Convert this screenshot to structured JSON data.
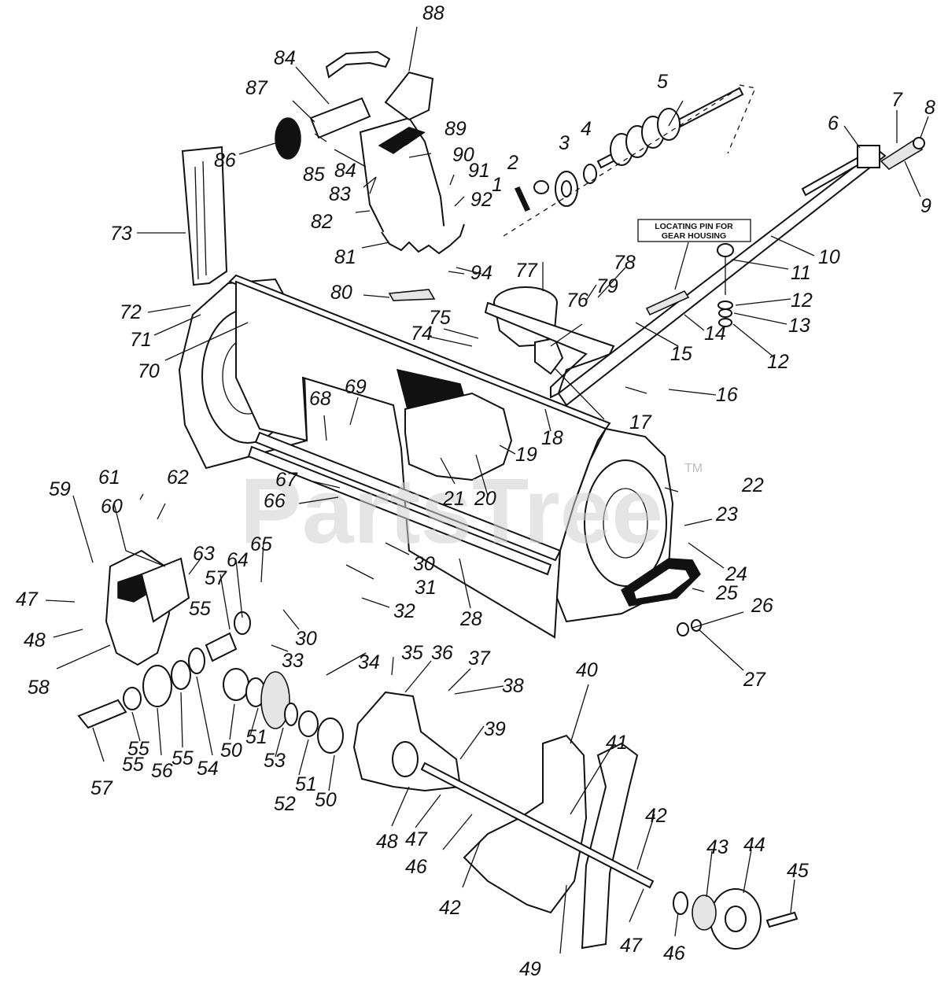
{
  "diagram": {
    "watermark": "PartsTree",
    "trademark": "TM",
    "note": {
      "line1": "LOCATING PIN FOR",
      "line2": "GEAR HOUSING"
    },
    "callouts": [
      {
        "id": "c1",
        "label": "1"
      },
      {
        "id": "c2",
        "label": "2"
      },
      {
        "id": "c3",
        "label": "3"
      },
      {
        "id": "c4",
        "label": "4"
      },
      {
        "id": "c5",
        "label": "5"
      },
      {
        "id": "c6",
        "label": "6"
      },
      {
        "id": "c7",
        "label": "7"
      },
      {
        "id": "c8",
        "label": "8"
      },
      {
        "id": "c9",
        "label": "9"
      },
      {
        "id": "c10",
        "label": "10"
      },
      {
        "id": "c11",
        "label": "11"
      },
      {
        "id": "c12a",
        "label": "12"
      },
      {
        "id": "c12b",
        "label": "12"
      },
      {
        "id": "c13",
        "label": "13"
      },
      {
        "id": "c14",
        "label": "14"
      },
      {
        "id": "c15",
        "label": "15"
      },
      {
        "id": "c16",
        "label": "16"
      },
      {
        "id": "c17",
        "label": "17"
      },
      {
        "id": "c18",
        "label": "18"
      },
      {
        "id": "c19",
        "label": "19"
      },
      {
        "id": "c20",
        "label": "20"
      },
      {
        "id": "c21",
        "label": "21"
      },
      {
        "id": "c22",
        "label": "22"
      },
      {
        "id": "c23",
        "label": "23"
      },
      {
        "id": "c24",
        "label": "24"
      },
      {
        "id": "c25",
        "label": "25"
      },
      {
        "id": "c26",
        "label": "26"
      },
      {
        "id": "c27",
        "label": "27"
      },
      {
        "id": "c28",
        "label": "28"
      },
      {
        "id": "c30a",
        "label": "30"
      },
      {
        "id": "c30b",
        "label": "30"
      },
      {
        "id": "c31",
        "label": "31"
      },
      {
        "id": "c32",
        "label": "32"
      },
      {
        "id": "c33",
        "label": "33"
      },
      {
        "id": "c34",
        "label": "34"
      },
      {
        "id": "c35",
        "label": "35"
      },
      {
        "id": "c36",
        "label": "36"
      },
      {
        "id": "c37",
        "label": "37"
      },
      {
        "id": "c38",
        "label": "38"
      },
      {
        "id": "c39",
        "label": "39"
      },
      {
        "id": "c40",
        "label": "40"
      },
      {
        "id": "c41",
        "label": "41"
      },
      {
        "id": "c42a",
        "label": "42"
      },
      {
        "id": "c42b",
        "label": "42"
      },
      {
        "id": "c43",
        "label": "43"
      },
      {
        "id": "c44",
        "label": "44"
      },
      {
        "id": "c45",
        "label": "45"
      },
      {
        "id": "c46a",
        "label": "46"
      },
      {
        "id": "c46b",
        "label": "46"
      },
      {
        "id": "c47a",
        "label": "47"
      },
      {
        "id": "c47b",
        "label": "47"
      },
      {
        "id": "c47c",
        "label": "47"
      },
      {
        "id": "c48a",
        "label": "48"
      },
      {
        "id": "c48b",
        "label": "48"
      },
      {
        "id": "c49",
        "label": "49"
      },
      {
        "id": "c50a",
        "label": "50"
      },
      {
        "id": "c50b",
        "label": "50"
      },
      {
        "id": "c51a",
        "label": "51"
      },
      {
        "id": "c51b",
        "label": "51"
      },
      {
        "id": "c52",
        "label": "52"
      },
      {
        "id": "c53",
        "label": "53"
      },
      {
        "id": "c54",
        "label": "54"
      },
      {
        "id": "c55a",
        "label": "55"
      },
      {
        "id": "c55b",
        "label": "55"
      },
      {
        "id": "c55c",
        "label": "55"
      },
      {
        "id": "c55d",
        "label": "55"
      },
      {
        "id": "c56",
        "label": "56"
      },
      {
        "id": "c57a",
        "label": "57"
      },
      {
        "id": "c57b",
        "label": "57"
      },
      {
        "id": "c58",
        "label": "58"
      },
      {
        "id": "c59",
        "label": "59"
      },
      {
        "id": "c60",
        "label": "60"
      },
      {
        "id": "c61",
        "label": "61"
      },
      {
        "id": "c62",
        "label": "62"
      },
      {
        "id": "c63",
        "label": "63"
      },
      {
        "id": "c64",
        "label": "64"
      },
      {
        "id": "c65",
        "label": "65"
      },
      {
        "id": "c66",
        "label": "66"
      },
      {
        "id": "c67",
        "label": "67"
      },
      {
        "id": "c68",
        "label": "68"
      },
      {
        "id": "c69",
        "label": "69"
      },
      {
        "id": "c70",
        "label": "70"
      },
      {
        "id": "c71",
        "label": "71"
      },
      {
        "id": "c72",
        "label": "72"
      },
      {
        "id": "c73",
        "label": "73"
      },
      {
        "id": "c74",
        "label": "74"
      },
      {
        "id": "c75",
        "label": "75"
      },
      {
        "id": "c76",
        "label": "76"
      },
      {
        "id": "c77",
        "label": "77"
      },
      {
        "id": "c78",
        "label": "78"
      },
      {
        "id": "c79",
        "label": "79"
      },
      {
        "id": "c80",
        "label": "80"
      },
      {
        "id": "c81",
        "label": "81"
      },
      {
        "id": "c82",
        "label": "82"
      },
      {
        "id": "c83",
        "label": "83"
      },
      {
        "id": "c84a",
        "label": "84"
      },
      {
        "id": "c84b",
        "label": "84"
      },
      {
        "id": "c85",
        "label": "85"
      },
      {
        "id": "c86",
        "label": "86"
      },
      {
        "id": "c87",
        "label": "87"
      },
      {
        "id": "c88",
        "label": "88"
      },
      {
        "id": "c89",
        "label": "89"
      },
      {
        "id": "c90",
        "label": "90"
      },
      {
        "id": "c91",
        "label": "91"
      },
      {
        "id": "c92",
        "label": "92"
      },
      {
        "id": "c94",
        "label": "94"
      }
    ]
  }
}
